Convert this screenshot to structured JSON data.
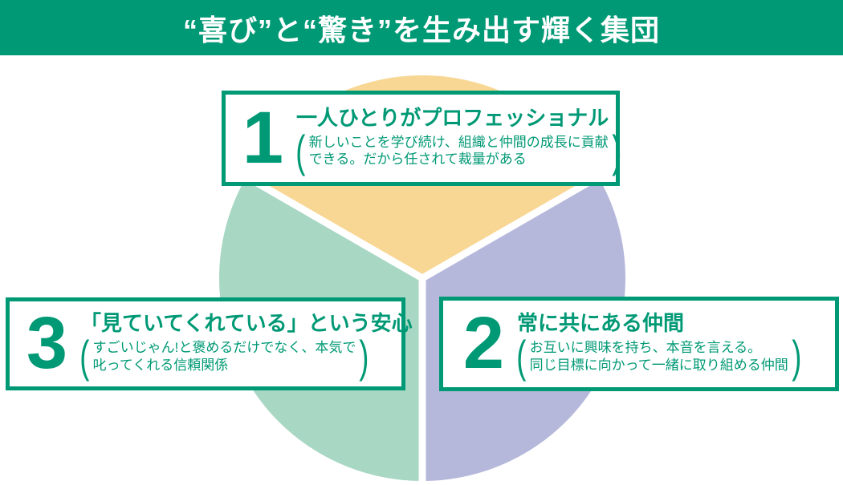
{
  "colors": {
    "brand_green": "#009975",
    "wedge_yellow": "#F8D795",
    "wedge_purple": "#B5B8DB",
    "wedge_green": "#A8D7C3",
    "divider_white": "#FFFFFF",
    "header_text": "#FFFFFF"
  },
  "header": {
    "title": "“喜び”と“驚き”を生み出す輝く集団"
  },
  "decor": {
    "paren_open": "(",
    "paren_close": ")"
  },
  "diagram": {
    "type": "three-segment circle (venn-like pie) with numbered value statements",
    "items": [
      {
        "number": "1",
        "title": "一人ひとりがプロフェッショナル",
        "description_line1": "新しいことを学び続け、組織と仲間の成長に貢献",
        "description_line2": "できる。だから任されて裁量がある",
        "wedge": "top",
        "wedge_color": "#F8D795"
      },
      {
        "number": "2",
        "title": "常に共にある仲間",
        "description_line1": "お互いに興味を持ち、本音を言える。",
        "description_line2": "同じ目標に向かって一緒に取り組める仲間",
        "wedge": "right",
        "wedge_color": "#B5B8DB"
      },
      {
        "number": "3",
        "title": "「見ていてくれている」という安心",
        "description_line1": "すごいじゃん!と褒めるだけでなく、本気で",
        "description_line2": "叱ってくれる信頼関係",
        "wedge": "left",
        "wedge_color": "#A8D7C3"
      }
    ]
  }
}
